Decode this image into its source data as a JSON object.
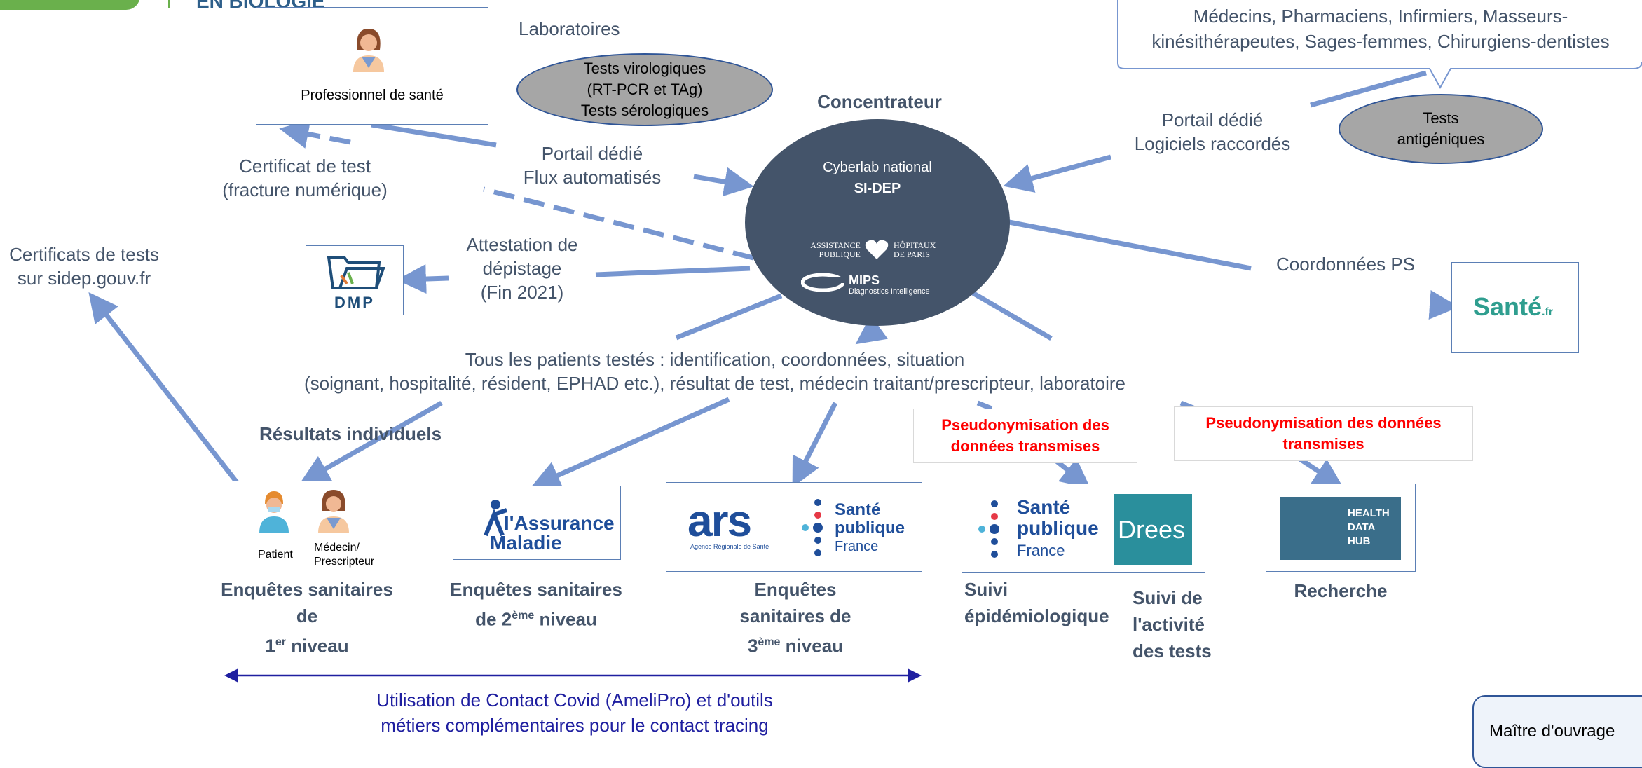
{
  "logo": {
    "partial_text": "EN BIOLOGIE"
  },
  "prof_box": {
    "label": "Professionnel de santé"
  },
  "labs": {
    "title": "Laboratoires",
    "ellipse": [
      "Tests virologiques",
      "(RT-PCR et TAg)",
      "Tests sérologiques"
    ]
  },
  "top_right": {
    "line1": "Médecins, Pharmaciens, Infirmiers, Masseurs-",
    "line2": "kinésithérapeutes, Sages-femmes, Chirurgiens-dentistes",
    "ellipse": [
      "Tests",
      "antigéniques"
    ]
  },
  "concentrateur": {
    "title": "Concentrateur",
    "line1": "Cyberlab national",
    "line2": "SI-DEP",
    "aphp_left": "ASSISTANCE\nPUBLIQUE",
    "aphp_right": "HÔPITAUX\nDE PARIS",
    "mips": "MIPS",
    "mips_sub": "Diagnostics Intelligence"
  },
  "labels": {
    "portail_left_1": "Portail dédié",
    "portail_left_2": "Flux automatisés",
    "portail_right_1": "Portail dédié",
    "portail_right_2": "Logiciels raccordés",
    "certificat_1": "Certificat de test",
    "certificat_2": "(fracture numérique)",
    "certificats_web_1": "Certificats de tests",
    "certificats_web_2": "sur sidep.gouv.fr",
    "attestation_1": "Attestation de",
    "attestation_2": "dépistage",
    "attestation_3": "(Fin 2021)",
    "coordonnees": "Coordonnées PS",
    "patients_1": "Tous les patients testés : identification, coordonnées, situation",
    "patients_2": "(soignant, hospitalité, résident, EPHAD etc.), résultat de test, médecin traitant/prescripteur, laboratoire",
    "resultats": "Résultats individuels"
  },
  "dmp": {
    "label": "DMP"
  },
  "sante_fr": {
    "label": "Santé",
    "suffix": ".fr"
  },
  "pseudo": {
    "left": [
      "Pseudonymisation des",
      "données transmises"
    ],
    "right": [
      "Pseudonymisation des données",
      "transmises"
    ]
  },
  "level1": {
    "patient": "Patient",
    "medecin_1": "Médecin/",
    "medecin_2": "Prescripteur",
    "caption_1": "Enquêtes sanitaires",
    "caption_2": "de",
    "caption_3_pre": "1",
    "caption_3_sup": "er",
    "caption_3_post": " niveau"
  },
  "level2": {
    "logo_1": "l'Assurance",
    "logo_2": "Maladie",
    "caption_1": "Enquêtes sanitaires",
    "caption_2_pre": "de 2",
    "caption_2_sup": "ème",
    "caption_2_post": " niveau"
  },
  "level3": {
    "ars": "ars",
    "ars_sub": "Agence Régionale de Santé",
    "spf_1": "Santé",
    "spf_2": "publique",
    "spf_3": "France",
    "caption_1": "Enquêtes",
    "caption_2": "sanitaires de",
    "caption_3_pre": "3",
    "caption_3_sup": "ème",
    "caption_3_post": " niveau"
  },
  "suivi": {
    "spf_1": "Santé",
    "spf_2": "publique",
    "spf_3": "France",
    "drees": "Drees",
    "caption_left_1": "Suivi",
    "caption_left_2": "épidémiologique",
    "caption_right_1": "Suivi  de",
    "caption_right_2": "l'activité",
    "caption_right_3": "des tests"
  },
  "recherche": {
    "logo": "HEALTH\nDATA\nHUB",
    "caption": "Recherche"
  },
  "contact_tracing": {
    "line1": "Utilisation de Contact Covid (AmeliPro) et d'outils",
    "line2": "métiers complémentaires pour le contact tracing"
  },
  "maitre": {
    "label": "Maître d'ouvrage"
  },
  "colors": {
    "arrow": "#7796d0",
    "dark_circle": "#44546a",
    "red": "#ff0000",
    "navy": "#1f1fa0"
  }
}
